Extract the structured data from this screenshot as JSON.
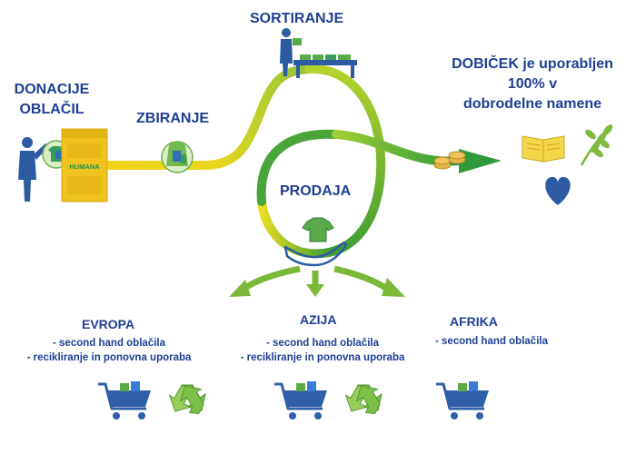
{
  "stages": {
    "donation_line1": "DONACIJE",
    "donation_line2": "OBLAČIL",
    "collection": "ZBIRANJE",
    "sorting": "SORTIRANJE",
    "sales": "PRODAJA",
    "profit_line1": "DOBIČEK je uporabljen",
    "profit_line2": "100% v",
    "profit_line3": "dobrodelne namene"
  },
  "container_label": "HUMANA",
  "regions": [
    {
      "name": "EVROPA",
      "items": [
        "- second hand oblačila",
        "- recikliranje in ponovna uporaba"
      ],
      "icons": [
        "shopping-cart-icon",
        "recycle-icon"
      ]
    },
    {
      "name": "AZIJA",
      "items": [
        "- second hand oblačila",
        "- recikliranje in ponovna uporaba"
      ],
      "icons": [
        "shopping-cart-icon",
        "recycle-icon"
      ]
    },
    {
      "name": "AFRIKA",
      "items": [
        "- second hand oblačila"
      ],
      "icons": [
        "shopping-cart-icon"
      ]
    }
  ],
  "charity_icons": [
    "open-book-icon",
    "wheat-icon",
    "heart-icon"
  ],
  "colors": {
    "text": "#1f3f94",
    "path_yellow": "#f2d01a",
    "path_green": "#3e9f36",
    "arrow_green": "#5aaa2e",
    "cart_blue": "#2f5fa8",
    "recycle_green": "#7cc04a",
    "bin_yellow": "#f1c31e"
  }
}
